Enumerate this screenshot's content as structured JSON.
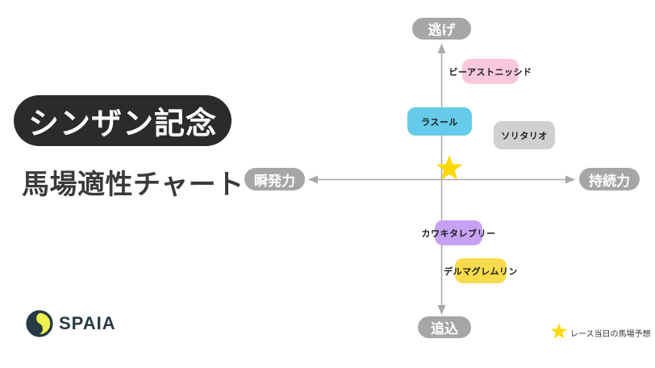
{
  "header": {
    "race_title": "シンザン記念",
    "subtitle": "馬場適性チャート"
  },
  "logo": {
    "brand": "SPAIA"
  },
  "legend": {
    "label": "レース当日の馬場予想"
  },
  "colors": {
    "title_box": "#2b2b2b",
    "title_text": "#ffffff",
    "subtitle_text": "#3a3a3a",
    "direction_pill": "#a6a6a6",
    "axis": "#a8a8a8",
    "star": "#ffd800",
    "logo_yellow": "#edf24c",
    "logo_navy": "#273a43"
  },
  "chart_data": {
    "type": "scatter",
    "title": "シンザン記念 馬場適性チャート",
    "x_axis": {
      "negative_label": "瞬発力",
      "positive_label": "持続力",
      "range": [
        -1,
        1
      ]
    },
    "y_axis": {
      "negative_label": "追込",
      "positive_label": "逃げ",
      "range": [
        -1,
        1
      ]
    },
    "grid": false,
    "legend_position": "bottom-right",
    "points": [
      {
        "label": "ビーアストニッシド",
        "x": 0.37,
        "y": 0.8,
        "color": "#f9c8dd"
      },
      {
        "label": "ラスール",
        "x": -0.01,
        "y": 0.43,
        "color": "#66cbe9"
      },
      {
        "label": "ソリタリオ",
        "x": 0.62,
        "y": 0.33,
        "color": "#d1cfcf"
      },
      {
        "label": "カワキタレブリー",
        "x": 0.13,
        "y": -0.4,
        "color": "#c6a2f4"
      },
      {
        "label": "デルマグレムリン",
        "x": 0.3,
        "y": -0.68,
        "color": "#f9dc4d"
      }
    ],
    "marker": {
      "label": "レース当日の馬場予想",
      "symbol": "star",
      "x": 0.06,
      "y": 0.08,
      "color": "#ffd800"
    }
  }
}
